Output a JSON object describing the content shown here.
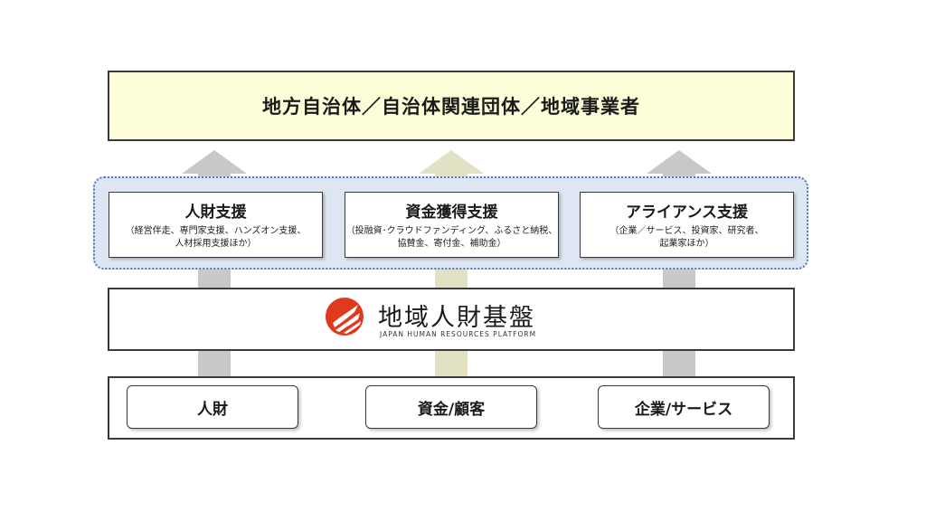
{
  "top": {
    "title": "地方自治体／自治体関連団体／地域事業者"
  },
  "supports": [
    {
      "title": "人財支援",
      "desc_line1": "（経営伴走、専門家支援、ハンズオン支援、",
      "desc_line2": "人材採用支援ほか）"
    },
    {
      "title": "資金獲得支援",
      "desc_line1": "（投融資･クラウドファンディング、ふるさと納税、",
      "desc_line2": "協賛金、寄付金、補助金）"
    },
    {
      "title": "アライアンス支援",
      "desc_line1": "（企業／サービス、投資家、研究者、",
      "desc_line2": "起業家ほか）"
    }
  ],
  "platform": {
    "name": "地域人財基盤",
    "subtitle": "JAPAN HUMAN RESOURCES PLATFORM"
  },
  "resources": [
    {
      "label": "人財"
    },
    {
      "label": "資金/顧客"
    },
    {
      "label": "企業/サービス"
    }
  ],
  "colors": {
    "top_fill": "#fdfdd8",
    "band_fill": "#dfe6f3",
    "band_border": "#4a78c0",
    "arrow_gray": "#c8c8c8",
    "arrow_olive": "#e3e1c3",
    "logo_red": "#e03a1e"
  },
  "icons": {
    "logo": "brushstroke-circle-logo"
  }
}
